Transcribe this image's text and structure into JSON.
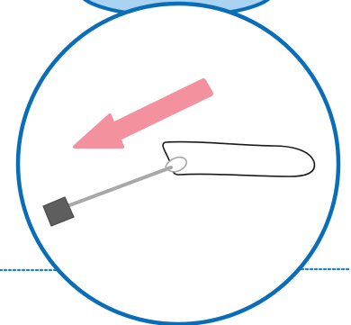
{
  "diagram": {
    "colors": {
      "background": "#ffffff",
      "outline_blue": "#0a6db8",
      "top_fill": "#a9d3f0",
      "arrow": "#f4919e",
      "rod": "#a8a8a8",
      "handle": "#5e5e5e",
      "loop": "#1a1a1a",
      "dotted_line": "#1f7fcc"
    },
    "elements": [
      "magnified-view-circle",
      "light-blue-cap",
      "pink-arrow",
      "rod-tool",
      "wire-loop",
      "dotted-horizon-line"
    ]
  }
}
